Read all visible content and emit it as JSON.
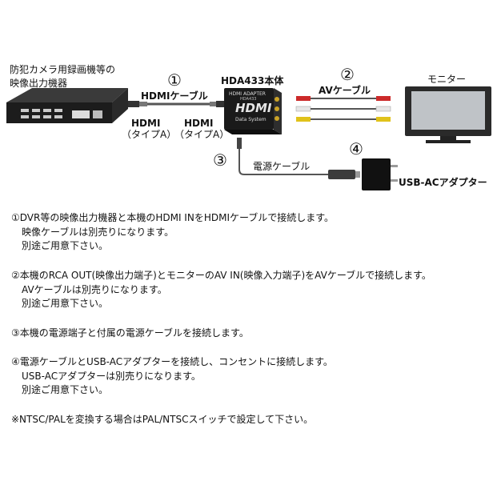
{
  "diagram": {
    "dvr_label_1": "防犯カメラ用録画機等の",
    "dvr_label_2": "映像出力機器",
    "step1_num": "①",
    "hdmi_cable_label": "HDMIケーブル",
    "hdmi_left_1": "HDMI",
    "hdmi_left_2": "（タイプA）",
    "hdmi_right_1": "HDMI",
    "hdmi_right_2": "（タイプA）",
    "unit_label": "HDA433本体",
    "unit_text_top": "HDMI ADAPTER",
    "unit_text_model": "HDA433",
    "unit_logo": "HDMI",
    "unit_brand": "Data System",
    "step2_num": "②",
    "av_cable_label": "AVケーブル",
    "monitor_label": "モニター",
    "step3_num": "③",
    "power_cable_label": "電源ケーブル",
    "step4_num": "④",
    "adapter_label": "USB-ACアダプター"
  },
  "instructions": [
    {
      "lines": [
        "①DVR等の映像出力機器と本機のHDMI INをHDMIケーブルで接続します。",
        "映像ケーブルは別売りになります。",
        "別途ご用意下さい。"
      ]
    },
    {
      "lines": [
        "②本機のRCA OUT(映像出力端子)とモニターのAV IN(映像入力端子)をAVケーブルで接続します。",
        "AVケーブルは別売りになります。",
        "別途ご用意下さい。"
      ]
    },
    {
      "lines": [
        "③本機の電源端子と付属の電源ケーブルを接続します。"
      ]
    },
    {
      "lines": [
        "④電源ケーブルとUSB-ACアダプターを接続し、コンセントに接続します。",
        "USB-ACアダプターは別売りになります。",
        "別途ご用意下さい。"
      ]
    }
  ],
  "note": "※NTSC/PALを変換する場合はPAL/NTSCスイッチで設定して下さい。"
}
